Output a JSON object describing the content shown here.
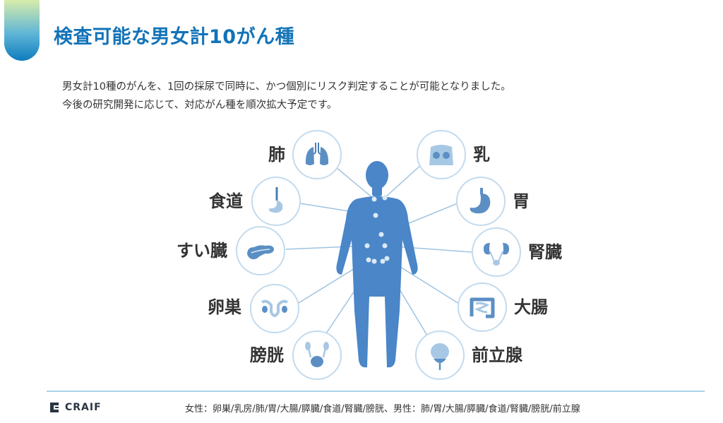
{
  "header": {
    "title": "検査可能な男女計10がん種"
  },
  "description": {
    "line1": "男女計10種のがんを、1回の採尿で同時に、かつ個別にリスク判定することが可能となりました。",
    "line2": "今後の研究開発に応じて、対応がん種を順次拡大予定です。"
  },
  "organs": {
    "left": [
      {
        "label": "肺",
        "icon": "lungs-icon"
      },
      {
        "label": "食道",
        "icon": "esophagus-icon"
      },
      {
        "label": "すい臓",
        "icon": "pancreas-icon"
      },
      {
        "label": "卵巣",
        "icon": "ovary-icon"
      },
      {
        "label": "膀胱",
        "icon": "bladder-icon"
      }
    ],
    "right": [
      {
        "label": "乳",
        "icon": "breast-icon"
      },
      {
        "label": "胃",
        "icon": "stomach-icon"
      },
      {
        "label": "腎臓",
        "icon": "kidney-icon"
      },
      {
        "label": "大腸",
        "icon": "intestine-icon"
      },
      {
        "label": "前立腺",
        "icon": "prostate-icon"
      }
    ]
  },
  "colors": {
    "accent": "#1273b8",
    "body": "#4a86c8",
    "circle_border": "#c3dbee",
    "line": "#9fc3e0"
  },
  "footer": {
    "logo_text": "CRAIF",
    "note": "女性：卵巣/乳房/肺/胃/大腸/膵臓/食道/腎臓/膀胱、男性：肺/胃/大腸/膵臓/食道/腎臓/膀胱/前立腺"
  }
}
